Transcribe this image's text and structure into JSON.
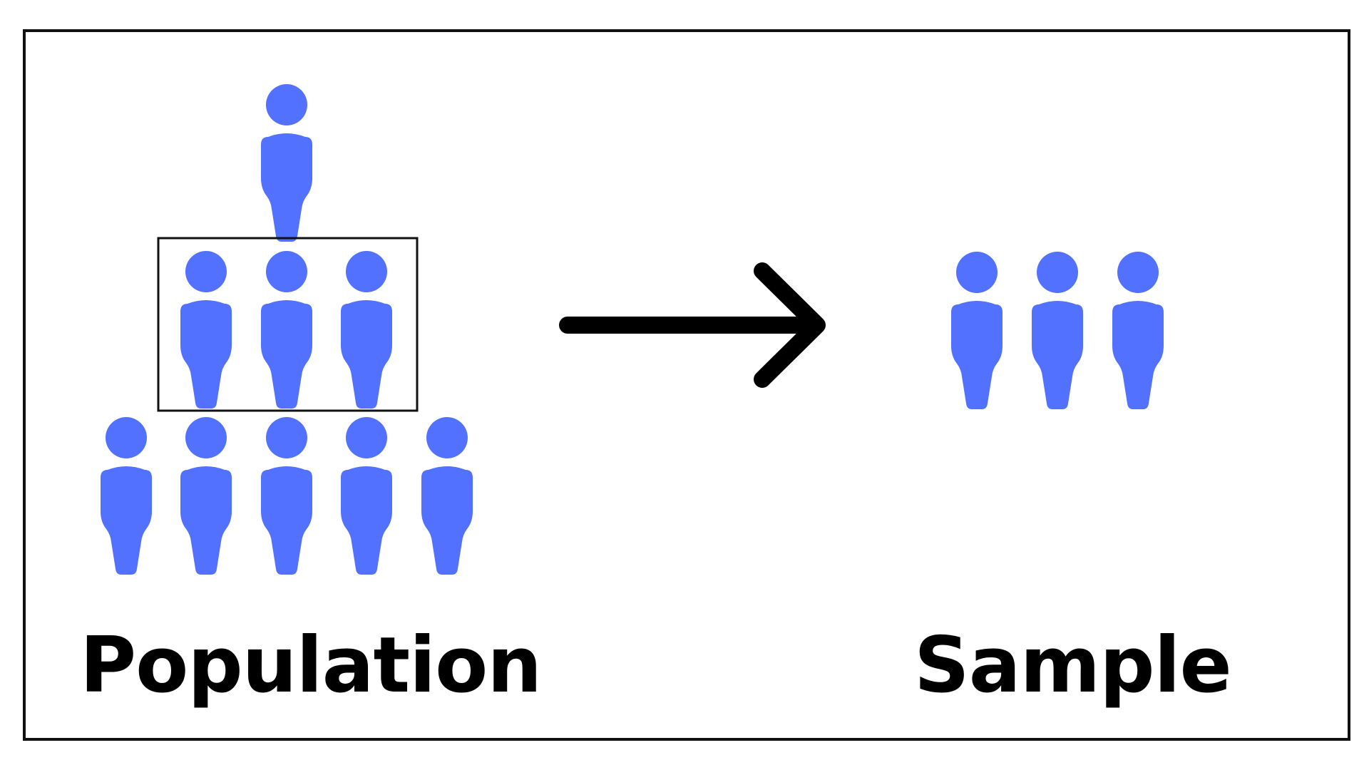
{
  "labels": {
    "population": "Population",
    "sample": "Sample"
  },
  "colors": {
    "person": "#5271ff",
    "stroke": "#000000",
    "background": "#ffffff"
  },
  "icons": {
    "person": "person-icon",
    "arrow": "arrow-right-icon"
  },
  "population": {
    "count": 9,
    "selected_count": 3
  },
  "sample": {
    "count": 3
  }
}
